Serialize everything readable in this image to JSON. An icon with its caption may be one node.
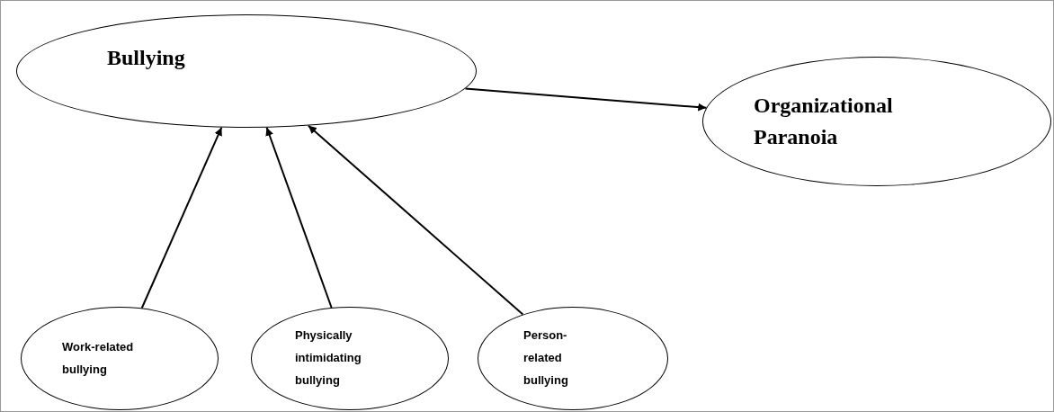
{
  "diagram": {
    "nodes": [
      {
        "text": [
          "Bullying"
        ]
      },
      {
        "text": [
          "Organizational Paranoia"
        ]
      },
      {
        "text": [
          "Work-related bullying"
        ]
      },
      {
        "text": [
          "Physically intimidating bullying"
        ]
      },
      {
        "text": [
          "Person-related bullying"
        ]
      }
    ],
    "edges": [
      {
        "from": 0,
        "to": 1,
        "arrow": "to"
      },
      {
        "from": 2,
        "to": 0,
        "arrow": "to"
      },
      {
        "from": 3,
        "to": 0,
        "arrow": "to"
      },
      {
        "from": 4,
        "to": 0,
        "arrow": "to"
      }
    ]
  }
}
